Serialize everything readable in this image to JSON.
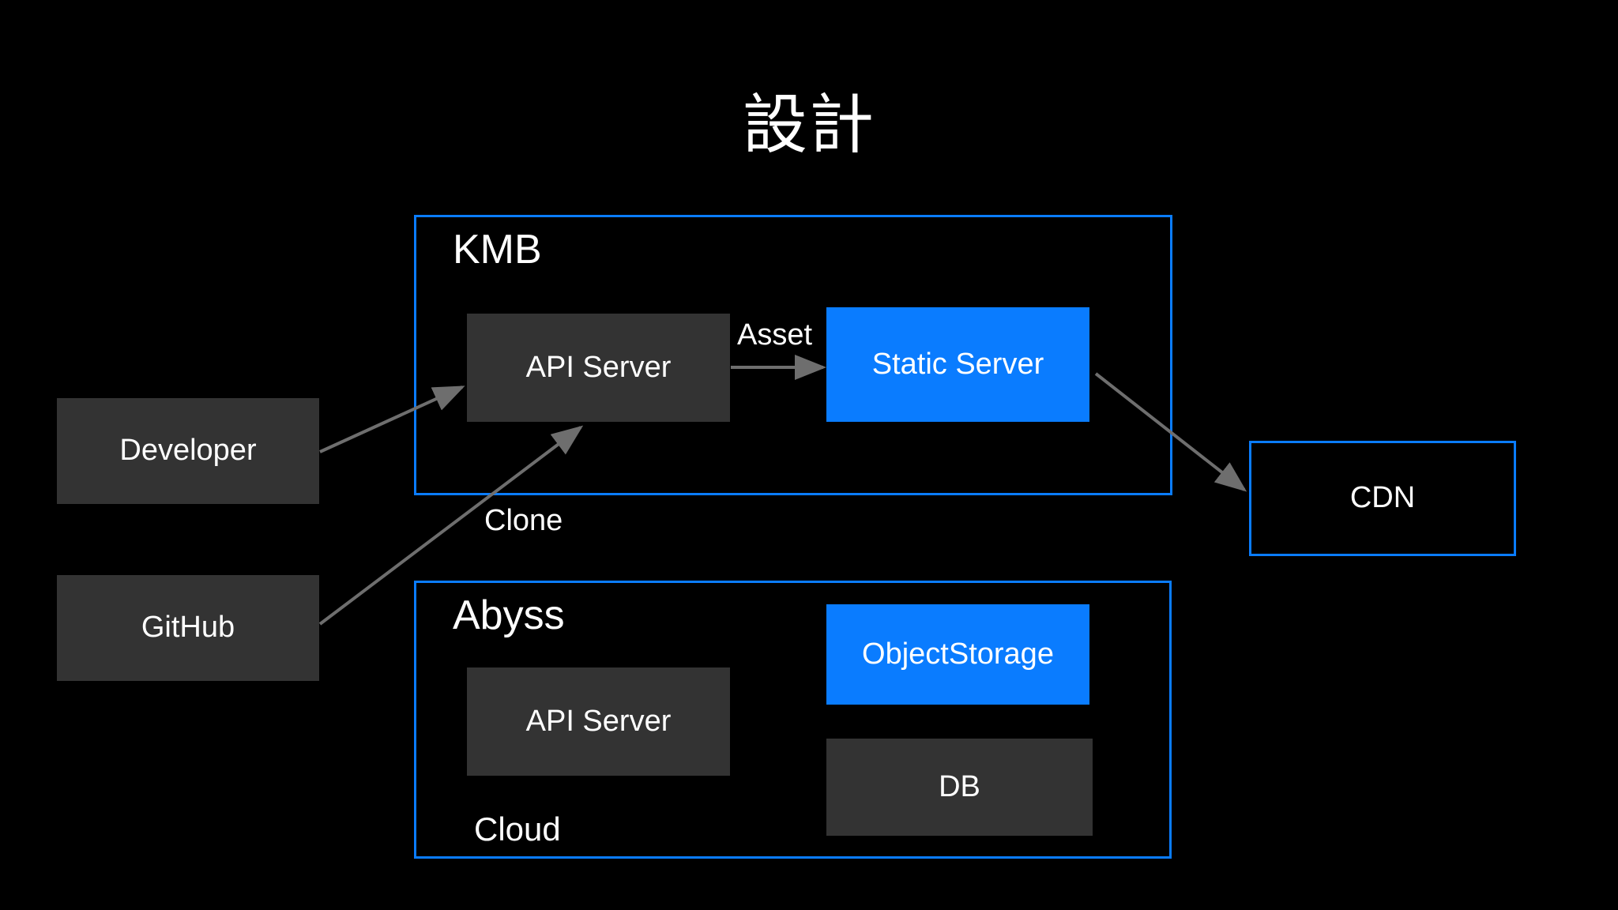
{
  "page": {
    "title": "設計",
    "background_color": "#000000"
  },
  "colors": {
    "accent_blue": "#0a7cff",
    "node_gray": "#333333",
    "arrow_gray": "#6e6e6e",
    "text_white": "#ffffff"
  },
  "groups": [
    {
      "id": "kmb",
      "title": "KMB",
      "footer": null
    },
    {
      "id": "abyss",
      "title": "Abyss",
      "footer": "Cloud"
    }
  ],
  "nodes": [
    {
      "id": "developer",
      "label": "Developer",
      "style": "gray"
    },
    {
      "id": "github",
      "label": "GitHub",
      "style": "gray"
    },
    {
      "id": "kmb-api-server",
      "label": "API Server",
      "style": "gray"
    },
    {
      "id": "static-server",
      "label": "Static Server",
      "style": "blue"
    },
    {
      "id": "cdn",
      "label": "CDN",
      "style": "outline"
    },
    {
      "id": "abyss-api-server",
      "label": "API Server",
      "style": "gray"
    },
    {
      "id": "object-storage",
      "label": "ObjectStorage",
      "style": "blue"
    },
    {
      "id": "db",
      "label": "DB",
      "style": "gray"
    }
  ],
  "edges": [
    {
      "id": "developer-to-api",
      "from": "developer",
      "to": "kmb-api-server",
      "label": ""
    },
    {
      "id": "github-to-api",
      "from": "github",
      "to": "kmb-api-server",
      "label": "Clone"
    },
    {
      "id": "api-to-static",
      "from": "kmb-api-server",
      "to": "static-server",
      "label": "Asset"
    },
    {
      "id": "static-to-cdn",
      "from": "static-server",
      "to": "cdn",
      "label": ""
    }
  ],
  "edge_labels": {
    "asset": "Asset",
    "clone": "Clone"
  }
}
